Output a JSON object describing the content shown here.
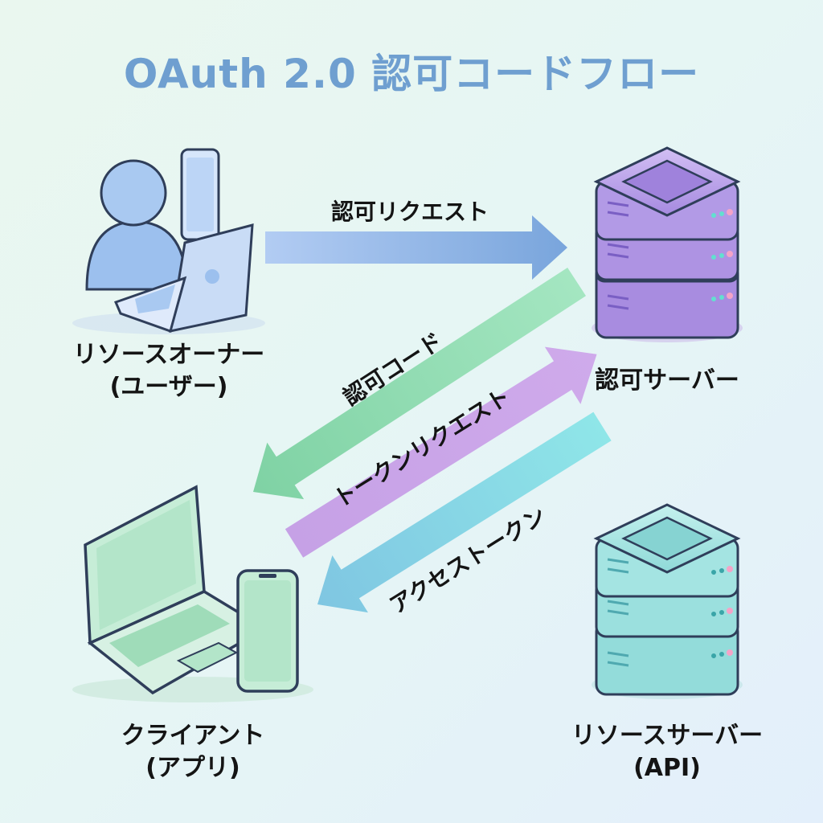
{
  "title": "OAuth 2.0 認可コードフロー",
  "nodes": {
    "resource_owner": {
      "line1": "リソースオーナー",
      "line2": "(ユーザー)"
    },
    "auth_server": {
      "line1": "認可サーバー"
    },
    "client": {
      "line1": "クライアント",
      "line2": "(アプリ)"
    },
    "resource_server": {
      "line1": "リソースサーバー",
      "line2": "(API)"
    }
  },
  "flows": [
    {
      "label": "認可リクエスト",
      "from": "resource_owner",
      "to": "auth_server",
      "color": "#86aee6"
    },
    {
      "label": "認可コード",
      "from": "auth_server",
      "to": "client",
      "color": "#8fdcb0"
    },
    {
      "label": "トークンリクエスト",
      "from": "client",
      "to": "auth_server",
      "color": "#c79be3"
    },
    {
      "label": "アクセストークン",
      "from": "auth_server",
      "to": "client",
      "color": "#86dbe0"
    }
  ],
  "colors": {
    "title": "#6f9fd0",
    "user": "#9cc0ee",
    "auth_server": "#b79ae8",
    "client": "#a9e4c4",
    "resource_server": "#9fe3e2",
    "outline": "#2f3e5a"
  }
}
